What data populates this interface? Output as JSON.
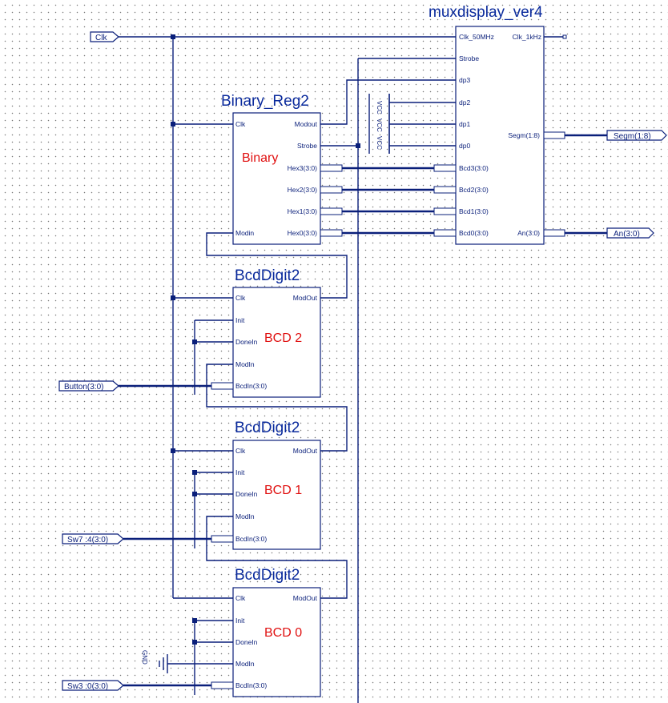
{
  "blocks": {
    "mux": {
      "title": "muxdisplay_ver4",
      "pins": {
        "clk50": "Clk_50MHz",
        "clk1k": "Clk_1kHz",
        "strobe": "Strobe",
        "dp3": "dp3",
        "dp2": "dp2",
        "dp1": "dp1",
        "dp0": "dp0",
        "segm": "Segm(1:8)",
        "bcd3": "Bcd3(3:0)",
        "bcd2": "Bcd2(3:0)",
        "bcd1": "Bcd1(3:0)",
        "bcd0": "Bcd0(3:0)",
        "an": "An(3:0)"
      }
    },
    "binary": {
      "title": "Binary_Reg2",
      "instance": "Binary",
      "pins": {
        "clk": "Clk",
        "modout": "Modout",
        "strobe": "Strobe",
        "hex3": "Hex3(3:0)",
        "hex2": "Hex2(3:0)",
        "hex1": "Hex1(3:0)",
        "hex0": "Hex0(3:0)",
        "modin": "Modin"
      }
    },
    "bcd2": {
      "title": "BcdDigit2",
      "instance": "BCD 2",
      "pins": {
        "clk": "Clk",
        "modout": "ModOut",
        "init": "Init",
        "donein": "DoneIn",
        "modin": "ModIn",
        "bcdin": "BcdIn(3:0)"
      }
    },
    "bcd1": {
      "title": "BcdDigit2",
      "instance": "BCD 1",
      "pins": {
        "clk": "Clk",
        "modout": "ModOut",
        "init": "Init",
        "donein": "DoneIn",
        "modin": "ModIn",
        "bcdin": "BcdIn(3:0)"
      }
    },
    "bcd0": {
      "title": "BcdDigit2",
      "instance": "BCD 0",
      "pins": {
        "clk": "Clk",
        "modout": "ModOut",
        "init": "Init",
        "donein": "DoneIn",
        "modin": "ModIn",
        "bcdin": "BcdIn(3:0)"
      }
    }
  },
  "ports": {
    "clk": "Clk",
    "button": "Button(3:0)",
    "sw74": "Sw7 :4(3:0)",
    "sw30": "Sw3 :0(3:0)",
    "segm": "Segm(1:8)",
    "an": "An(3:0)"
  },
  "vcc_label": "VCC",
  "gnd_label": "GND"
}
